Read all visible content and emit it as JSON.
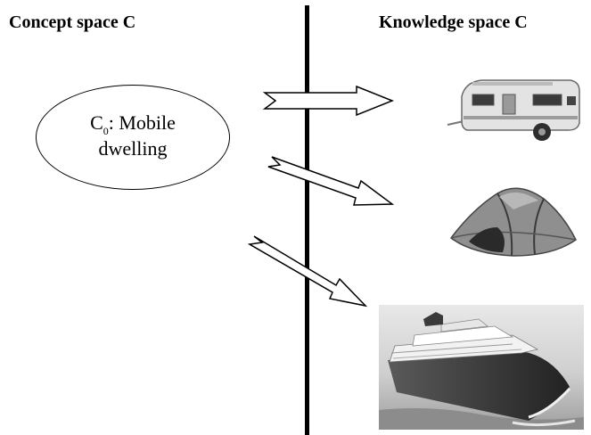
{
  "left_heading": "Concept space C",
  "right_heading": "Knowledge space C",
  "concept": {
    "symbol": "C",
    "subscript": "0",
    "label_line1_rest": ": Mobile",
    "label_line2": "dwelling"
  },
  "knowledge_items": [
    {
      "icon": "caravan"
    },
    {
      "icon": "tent"
    },
    {
      "icon": "cruise-ship"
    }
  ]
}
